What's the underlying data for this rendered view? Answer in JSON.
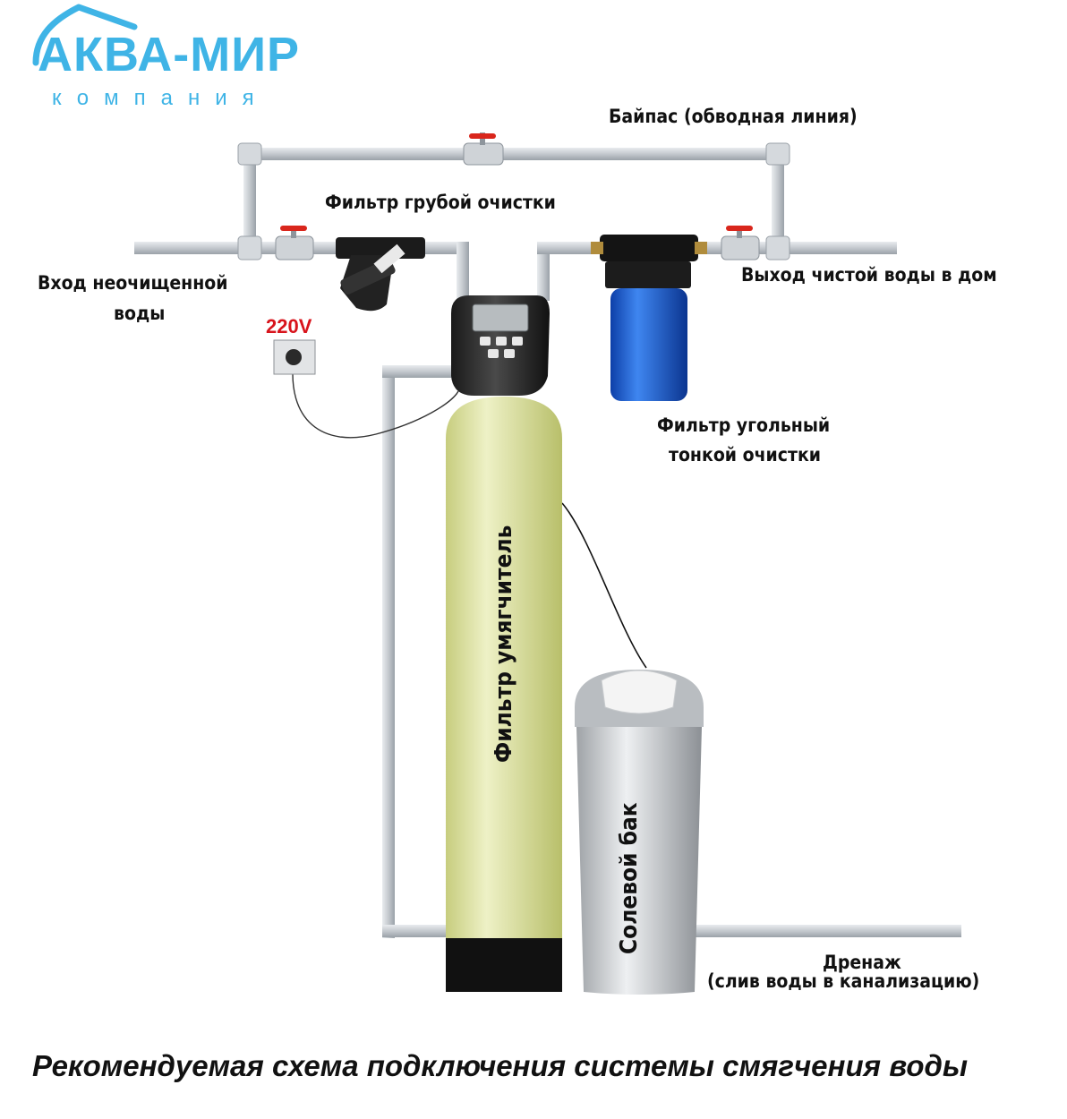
{
  "logo": {
    "name": "АКВА-МИР",
    "subtitle": "компания"
  },
  "labels": {
    "bypass": "Байпас (обводная линия)",
    "coarse_filter": "Фильтр грубой очистки",
    "inlet_line1": "Вход неочищенной",
    "inlet_line2": "воды",
    "outlet": "Выход чистой воды в дом",
    "voltage": "220V",
    "carbon_filter_line1": "Фильтр угольный",
    "carbon_filter_line2": "тонкой очистки",
    "softener": "Фильтр умягчитель",
    "brine_tank": "Солевой бак",
    "drain_line1": "Дренаж",
    "drain_line2": "(слив воды в канализацию)"
  },
  "caption": "Рекомендуемая схема подключения системы смягчения воды",
  "colors": {
    "brand": "#3fb4e6",
    "pipe": "#c9ced3",
    "valve_handle": "#d9261c",
    "softener_tank": "#dfe4a6",
    "carbon_housing": "#1d5fd6",
    "voltage_text": "#d8141c"
  }
}
